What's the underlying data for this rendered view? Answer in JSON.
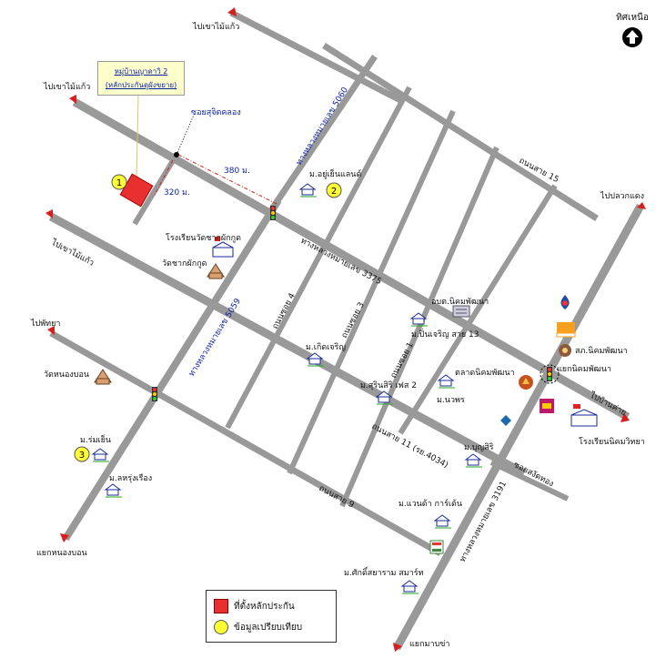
{
  "north": {
    "label": "ทิศเหนือ",
    "icon": "north-arrow-icon"
  },
  "callout": {
    "line1": "หมู่บ้านญาดาวิ 2",
    "line2": "(หลักประกันดูผังขยาย)"
  },
  "legend": {
    "property": "ที่ตั้งหลักประกัน",
    "comparison": "ข้อมูลเปรียบเทียบ"
  },
  "markers": {
    "m1": "1",
    "m2": "2",
    "m3": "3"
  },
  "distances": {
    "d380": "380 ม.",
    "d320": "320 ม."
  },
  "roads": {
    "hw3375": "ทางหลวงหมายเลข 3375",
    "hw5060": "ทางหลวงหมายเลข 5060",
    "hw5059": "ทางหลวงหมายเลข 5059",
    "hw3191": "ทางหลวงหมายเลข 3191",
    "soi_suchit": "ซอยสุจิตคลอง",
    "road15": "ถนนสาย 15",
    "road11": "ถนนสาย 11 (รย.4034)",
    "road9": "ถนนสาย 9",
    "soi4": "ถนนซอย 4",
    "soi3": "ถนนซอย 3",
    "soi1": "ถนนซอย 1",
    "soi_songsong": "ซอยสงัดทอง"
  },
  "directions": {
    "to_mai_kaeo_top": "ไปเขาไม้แก้ว",
    "to_mai_kaeo_left": "ไปเขาไม้แก้ว",
    "to_mai_kaeo_mid": "ไปเขาไม้แก้ว",
    "to_pattaya": "ไปพัทยา",
    "to_pluak_daeng": "ไปปลวกแดง",
    "to_ban_khai": "ไปบ้านค่าย",
    "to_nong_bon": "แยกหนองบอน",
    "to_map_cha": "แยกมาบข่า"
  },
  "places": {
    "school_wat": "โรงเรียนวัดชากผักกูด",
    "wat": "วัดชากผักกูด",
    "wat_nongbon": "วัดหนองบอน",
    "m_yoo_yen": "ม.อยู่เย็นแลนด์",
    "obt": "อบต.นิคมพัฒนา",
    "m_pinchareon": "ม.ปิ่นเจริญ สาย 13",
    "m_kerdcharoen": "ม.เกิดเจริญ",
    "m_surinsiri": "ม.สุรินสิริ เฟส 2",
    "m_nawaporn": "ม.นวพร",
    "market": "ตลาดนิคมพัฒนา",
    "police": "สภ.นิคมพัฒนา",
    "junction": "แยกนิคมพัฒนา",
    "school_nikom": "โรงเรียนนิคมวิทยา",
    "m_boonsiri": "ม.บุญสิริ",
    "m_romyen": "ม.ร่มเย็น",
    "m_lahrung": "ม.ลหรุ่งเรือง",
    "m_vancar": "ม.แวนด้า การ์เด้น",
    "m_saksri": "ม.ศักดิ์สยาราม สมาร์ท"
  }
}
